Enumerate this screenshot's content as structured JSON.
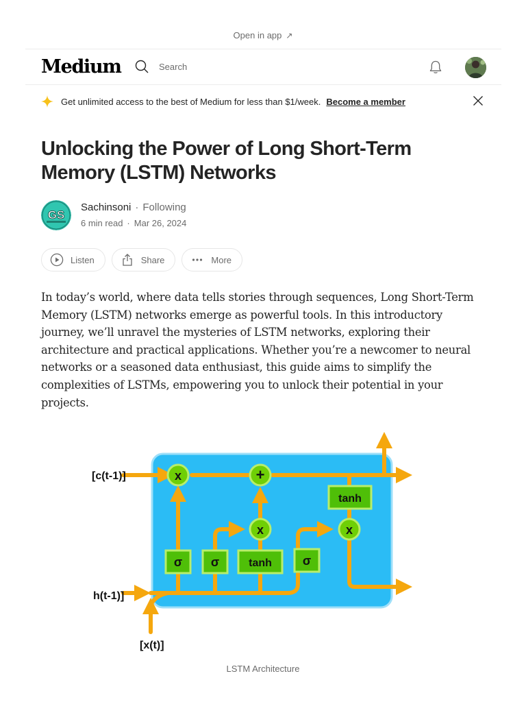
{
  "top": {
    "open_in_app": "Open in app",
    "arrow": "↗"
  },
  "header": {
    "logo": "Medium",
    "search_placeholder": "Search"
  },
  "banner": {
    "text": "Get unlimited access to the best of Medium for less than $1/week.",
    "cta": "Become a member"
  },
  "article": {
    "title": "Unlocking the Power of Long Short-Term Memory (LSTM) Networks",
    "author": {
      "name": "Sachinsoni",
      "separator": "·",
      "follow_status": "Following",
      "read_time": "6 min read",
      "date": "Mar 26, 2024",
      "avatar_initials": "GS"
    },
    "actions": {
      "listen": "Listen",
      "share": "Share",
      "more": "More"
    },
    "paragraph": "In today’s world, where data tells stories through sequences, Long Short-Term Memory (LSTM) networks emerge as powerful tools. In this introductory journey, we’ll unravel the mysteries of LSTM networks, exploring their architecture and practical applications. Whether you’re a newcomer to neural networks or a seasoned data enthusiast, this guide aims to simplify the complexities of LSTMs, empowering you to unlock their potential in your projects.",
    "figure": {
      "caption": "LSTM Architecture",
      "labels": {
        "c_prev": "[c(t-1)]",
        "h_prev": "h(t-1)]",
        "x_t": "[x(t)]",
        "mult": "x",
        "plus": "+",
        "sigma": "σ",
        "tanh": "tanh"
      },
      "colors": {
        "cell": "#2bbcf5",
        "flow": "#f5a70e",
        "gate": "#6fcf06",
        "gate_border": "#b8ee6b"
      }
    }
  },
  "colors": {
    "spark": "#f7c11b",
    "text": "#242424",
    "muted": "#6b6b6b"
  }
}
